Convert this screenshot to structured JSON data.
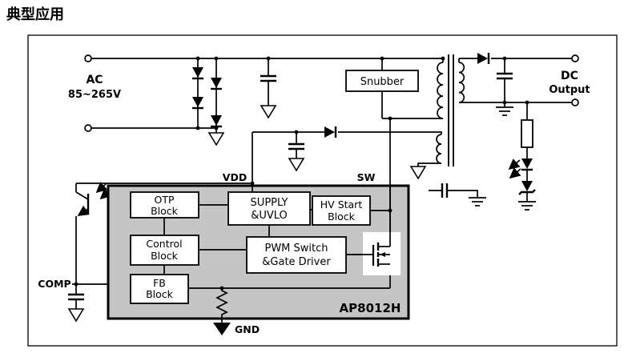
{
  "page": {
    "title": "典型应用"
  },
  "colors": {
    "ic_fill": "#c5c5c5",
    "line": "#000000"
  },
  "labels": {
    "ac_line1": "AC",
    "ac_line2": "85~265V",
    "dc_line1": "DC",
    "dc_line2": "Output",
    "snubber": "Snubber",
    "vdd": "VDD",
    "sw": "SW",
    "comp": "COMP",
    "gnd": "GND",
    "chip_name": "AP8012H"
  },
  "chip_blocks": {
    "otp": {
      "line1": "OTP",
      "line2": "Block"
    },
    "supply": {
      "line1": "SUPPLY",
      "line2": "&UVLO"
    },
    "hv_start": {
      "line1": "HV Start",
      "line2": "Block"
    },
    "control": {
      "line1": "Control",
      "line2": "Block"
    },
    "pwm": {
      "line1": "PWM Switch",
      "line2": "&Gate Driver"
    },
    "fb": {
      "line1": "FB",
      "line2": "Block"
    }
  }
}
